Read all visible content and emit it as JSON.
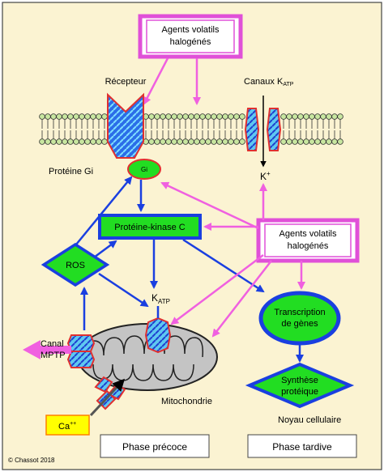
{
  "agents_top": {
    "line1": "Agents volatils",
    "line2": "halogénés"
  },
  "agents_right": {
    "line1": "Agents volatils",
    "line2": "halogénés"
  },
  "receptor_label": "Récepteur",
  "katp_channel_label": {
    "main": "Canaux K",
    "sub": "ATP"
  },
  "gi_protein_label": "Protéine Gi",
  "gi_label": "Gi",
  "potassium_label": {
    "main": "K",
    "sup": "+"
  },
  "pkc_label": "Protéine-kinase C",
  "ros_label": "ROS",
  "katp_label": {
    "main": "K",
    "sub": "ATP"
  },
  "transcription_label": {
    "line1": "Transcription",
    "line2": "de gènes"
  },
  "synthesis_label": {
    "line1": "Synthèse",
    "line2": "protéique"
  },
  "mptp_label": {
    "line1": "Canal",
    "line2": "MPTP"
  },
  "mitochondria_label": "Mitochondrie",
  "nucleus_label": "Noyau cellulaire",
  "calcium_label": {
    "main": "Ca",
    "sup": "++"
  },
  "phase_early_label": "Phase précoce",
  "phase_late_label": "Phase tardive",
  "copyright": "© Chassot 2018",
  "colors": {
    "background": "#fbf3d2",
    "membrane_head": "#c8e6a0",
    "green": "#22dd22",
    "blue": "#1a3fe0",
    "pink": "#f060e0",
    "magenta_border": "#e050d8",
    "channel_fill": "#5fc8f0",
    "mito_fill": "#c4c4c4",
    "calcium_box": "#ffff00"
  }
}
